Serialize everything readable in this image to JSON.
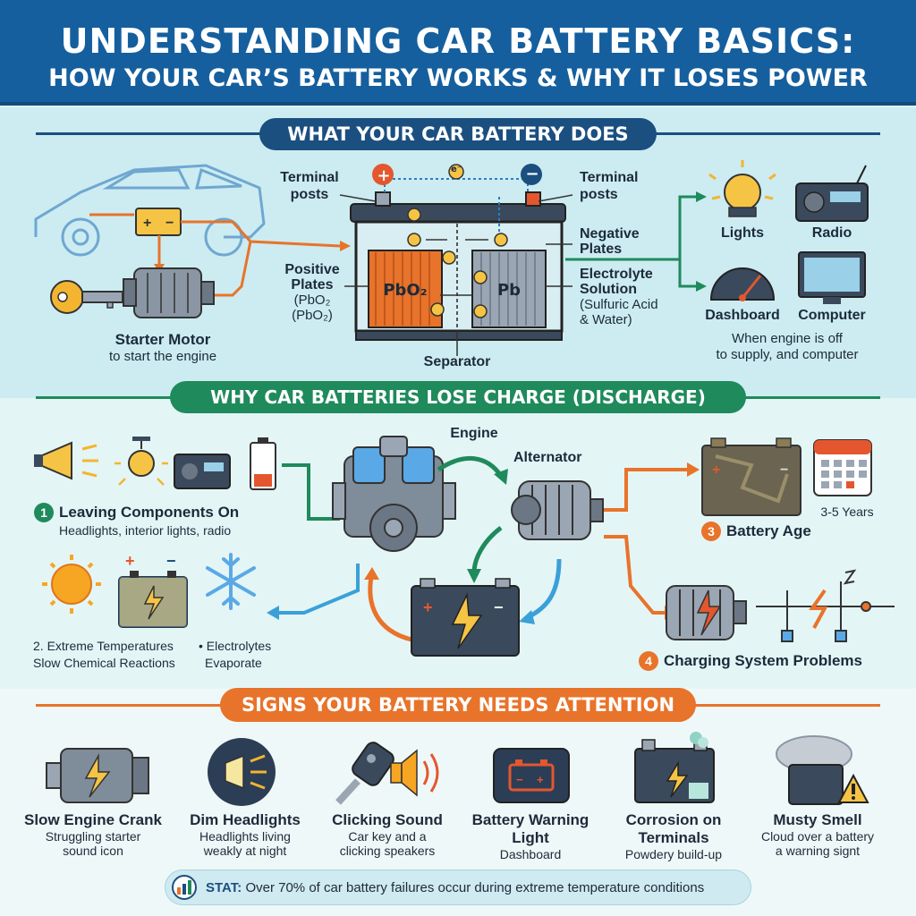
{
  "header": {
    "title": "UNDERSTANDING CAR BATTERY BASICS:",
    "subtitle": "HOW YOUR CAR’S BATTERY WORKS & WHY IT LOSES POWER"
  },
  "section1": {
    "heading": "WHAT YOUR CAR BATTERY DOES",
    "starter_title": "Starter Motor",
    "starter_desc": "to start the engine",
    "terminal_left": [
      "Terminal",
      "posts"
    ],
    "terminal_right": [
      "Terminal",
      "posts"
    ],
    "positive_plates": [
      "Positive",
      "Plates",
      "(PbO₂",
      "(PbO₂)"
    ],
    "negative_plates": [
      "Negative",
      "Plates"
    ],
    "electrolyte": [
      "Electrolyte",
      "Solution",
      "(Sulfuric Acid",
      "& Water)"
    ],
    "separator": "Separator",
    "pbo2": "PbO₂",
    "pb": "Pb",
    "electron": "e⁻",
    "plus": "+",
    "minus": "−",
    "lights": "Lights",
    "radio": "Radio",
    "dashboard": "Dashboard",
    "computer": "Computer",
    "engine_off_line1": "When engine is off",
    "engine_off_line2": "to supply, and computer"
  },
  "section2": {
    "heading": "WHY CAR BATTERIES LOSE CHARGE (DISCHARGE)",
    "engine": "Engine",
    "alternator": "Alternator",
    "item1_num": "1",
    "item1_title": "Leaving Components On",
    "item1_desc": "Headlights, interior lights, radio",
    "item2_line1": "2. Extreme Temperatures",
    "item2_line2": "Slow Chemical Reactions",
    "item2_side1": "• Electrolytes",
    "item2_side2": "Evaporate",
    "item3_num": "3",
    "item3_title": "Battery Age",
    "item3_years": "3-5 Years",
    "item4_num": "4",
    "item4_title": "Charging System Problems"
  },
  "section3": {
    "heading": "SIGNS YOUR BATTERY NEEDS ATTENTION",
    "signs": [
      {
        "title": "Slow Engine Crank",
        "desc1": "Struggling starter",
        "desc2": "sound icon"
      },
      {
        "title": "Dim Headlights",
        "desc1": "Headlights living",
        "desc2": "weakly at night"
      },
      {
        "title": "Clicking Sound",
        "desc1": "Car key and a",
        "desc2": "clicking speakers"
      },
      {
        "title": "Battery Warning Light",
        "desc1": "Dashboard",
        "desc2": ""
      },
      {
        "title": "Corrosion on Terminals",
        "desc1": "Powdery build-up",
        "desc2": ""
      },
      {
        "title": "Musty Smell",
        "desc1": "Cloud over a battery",
        "desc2": "a warning signt"
      }
    ],
    "stat_label": "STAT:",
    "stat_text": "Over 70% of car battery failures occur during extreme temperature conditions"
  },
  "colors": {
    "header_blue": "#155f9e",
    "navy": "#1b4f80",
    "green": "#1f8a5b",
    "orange": "#e8732a",
    "teal_bg": "#ccecf1"
  }
}
